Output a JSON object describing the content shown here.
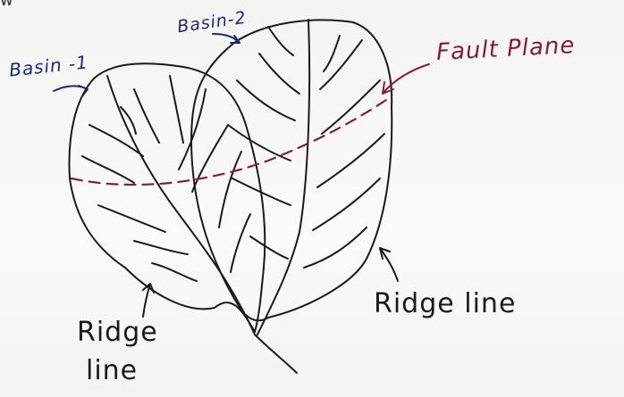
{
  "labels": {
    "top_fragment": "w",
    "basin_1": "Basin -1",
    "basin_2": "Basin-2",
    "fault_plane": "Fault Plane",
    "ridge_line_left_word1": "Ridge",
    "ridge_line_left_word2": "line",
    "ridge_line_right": "Ridge line"
  },
  "colors": {
    "ink_black": "#1a1a1a",
    "ink_blue": "#1f2a6b",
    "ink_maroon": "#7a1f3d",
    "paper": "#f7f7f5"
  }
}
